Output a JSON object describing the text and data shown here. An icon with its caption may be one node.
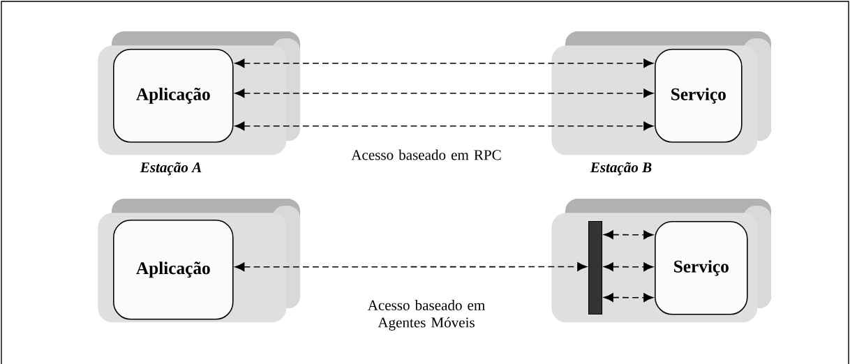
{
  "diagram": {
    "nodes": [
      {
        "text": [],
        "shape": "box",
        "beside": [
          "Estação A"
        ]
      },
      {
        "text": [
          "Aplicação"
        ],
        "in": 0
      },
      {
        "text": [],
        "shape": "box",
        "beside": [
          "Estação B"
        ]
      },
      {
        "text": [
          "Serviço"
        ],
        "in": 2
      },
      {
        "text": [],
        "shape": "box"
      },
      {
        "text": [
          "Aplicação"
        ],
        "in": 4
      },
      {
        "text": [],
        "shape": "box"
      },
      {
        "text": [],
        "shape": "bar",
        "in": 6
      },
      {
        "text": [
          "Serviço"
        ],
        "in": 6
      }
    ],
    "edges": [
      {
        "from": 1,
        "to": 3,
        "arrow": "both",
        "style": "dashed"
      },
      {
        "from": 1,
        "to": 3,
        "arrow": "both",
        "style": "dashed"
      },
      {
        "from": 1,
        "to": 3,
        "arrow": "both",
        "style": "dashed"
      },
      {
        "from": 5,
        "to": 7,
        "arrow": "both",
        "style": "dashed"
      },
      {
        "from": 7,
        "to": 8,
        "arrow": "both",
        "style": "dashed"
      },
      {
        "from": 7,
        "to": 8,
        "arrow": "both",
        "style": "dashed"
      },
      {
        "from": 7,
        "to": 8,
        "arrow": "both",
        "style": "dashed"
      }
    ],
    "labels": [
      "Acesso baseado em RPC",
      "Acesso baseado em Agentes Móveis"
    ]
  }
}
